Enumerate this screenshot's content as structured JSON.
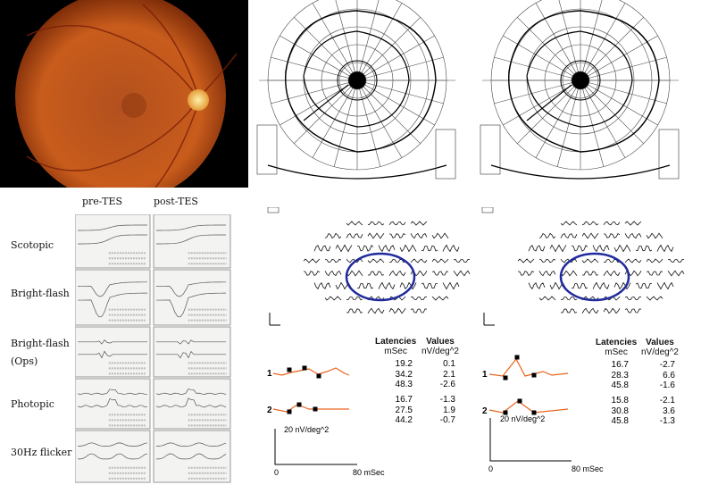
{
  "fundus": {
    "background": "#000000",
    "retina_color": "#c8521c",
    "disc_color": "#f7d27a"
  },
  "ffERG": {
    "columns": [
      "pre-TES",
      "post-TES"
    ],
    "rows": [
      "Scotopic",
      "Bright-flash",
      "Bright-flash",
      "(Ops)",
      "Photopic",
      "30Hz flicker"
    ]
  },
  "mfERG": [
    {
      "header": {
        "latencies": "Latencies",
        "latencies_unit": "mSec",
        "values": "Values",
        "values_unit": "nV/deg^2"
      },
      "rings": [
        {
          "label": "1",
          "latencies": [
            "19.2",
            "34.2",
            "48.3"
          ],
          "values": [
            "0.1",
            "2.1",
            "-2.6"
          ]
        },
        {
          "label": "2",
          "latencies": [
            "16.7",
            "27.5",
            "44.2"
          ],
          "values": [
            "-1.3",
            "1.9",
            "-0.7"
          ]
        }
      ],
      "scale_y": "20 nV/deg^2",
      "scale_x0": "0",
      "scale_x1": "80 mSec"
    },
    {
      "header": {
        "latencies": "Latencies",
        "latencies_unit": "mSec",
        "values": "Values",
        "values_unit": "nV/deg^2"
      },
      "rings": [
        {
          "label": "1",
          "latencies": [
            "16.7",
            "28.3",
            "45.8"
          ],
          "values": [
            "-2.7",
            "6.6",
            "-1.6"
          ]
        },
        {
          "label": "2",
          "latencies": [
            "15.8",
            "30.8",
            "45.8"
          ],
          "values": [
            "-2.1",
            "3.6",
            "-1.3"
          ]
        }
      ],
      "scale_y": "20 nV/deg^2",
      "scale_x0": "0",
      "scale_x1": "80 mSec"
    }
  ],
  "colors": {
    "trace": "#e8641e",
    "ellipse": "#1f2a9c"
  }
}
